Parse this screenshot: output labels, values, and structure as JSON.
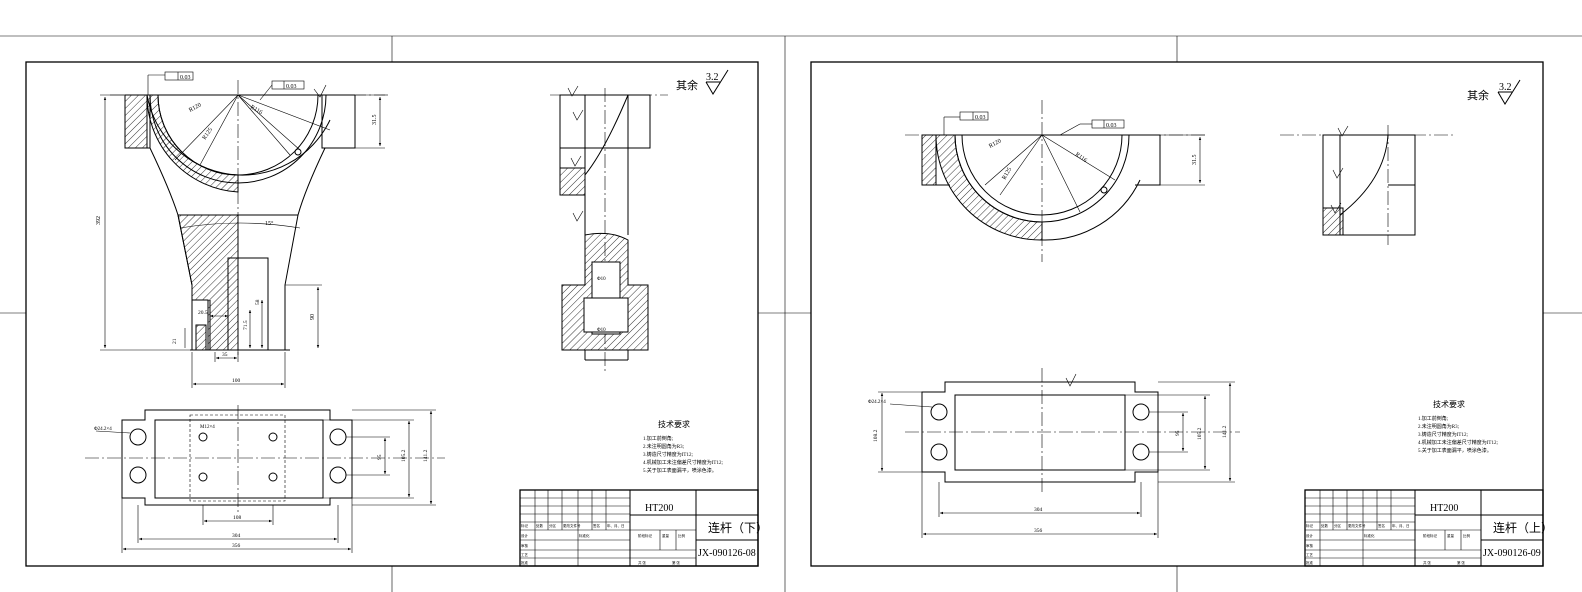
{
  "sheets": [
    {
      "part_name": "连杆（下）",
      "material": "HT200",
      "drawing_no": "JX-090126-08",
      "rest_label": "其余",
      "roughness": "3.2",
      "notes_title": "技术要求",
      "notes": [
        "1.加工前倒角;",
        "2.未注明圆角为R3;",
        "3.铸造尺寸精度为IT12;",
        "4.机械加工未注偏差尺寸精度为IT12;",
        "5.关于加工表面漏平，喷涂色漆。"
      ],
      "dims": {
        "d392": "392",
        "d31_5": "31.5",
        "d21": "21",
        "d20_5": "20.5",
        "d71_5": "71.5",
        "d58": "58",
        "d90": "90",
        "d35": "35",
        "d100": "100",
        "d108": "108",
        "d304": "304",
        "d356": "356",
        "d141_2": "141.2",
        "d105_2": "105.2",
        "d95": "95",
        "bolt_holes": "Φ24.2×4",
        "thread": "M12×4",
        "r120": "R120",
        "r116": "R116",
        "r125": "R125",
        "ang15": "15°",
        "phi10": "Φ10",
        "tol1": "0.03",
        "tol2": "0.03"
      },
      "title_block_labels": [
        "标记",
        "处数",
        "分区",
        "更改文件号",
        "签名",
        "年、月、日",
        "设计",
        "标准化",
        "阶段标记",
        "重量",
        "比例",
        "审核",
        "工艺",
        "批准",
        "共 张",
        "第 张"
      ]
    },
    {
      "part_name": "连杆（上）",
      "material": "HT200",
      "drawing_no": "JX-090126-09",
      "rest_label": "其余",
      "roughness": "3.2",
      "notes_title": "技术要求",
      "notes": [
        "1.加工前倒角;",
        "2.未注明圆角为R3;",
        "3.铸造尺寸精度为IT12;",
        "4.机械加工未注偏差尺寸精度为IT12;",
        "5.关于加工表面漏平，喷涂色漆。"
      ],
      "dims": {
        "d31_5": "31.5",
        "d304": "304",
        "d356": "356",
        "d141_2": "141.2",
        "d105_2": "105.2",
        "d95": "95",
        "d108": "108.2",
        "bolt_holes": "Φ24.2×4",
        "r120": "R120",
        "r116": "R116",
        "r125": "R125",
        "tol1": "0.03",
        "tol2": "0.03"
      },
      "title_block_labels": [
        "标记",
        "处数",
        "分区",
        "更改文件号",
        "签名",
        "年、月、日",
        "设计",
        "标准化",
        "阶段标记",
        "重量",
        "比例",
        "审核",
        "工艺",
        "批准",
        "共 张",
        "第 张"
      ]
    }
  ]
}
